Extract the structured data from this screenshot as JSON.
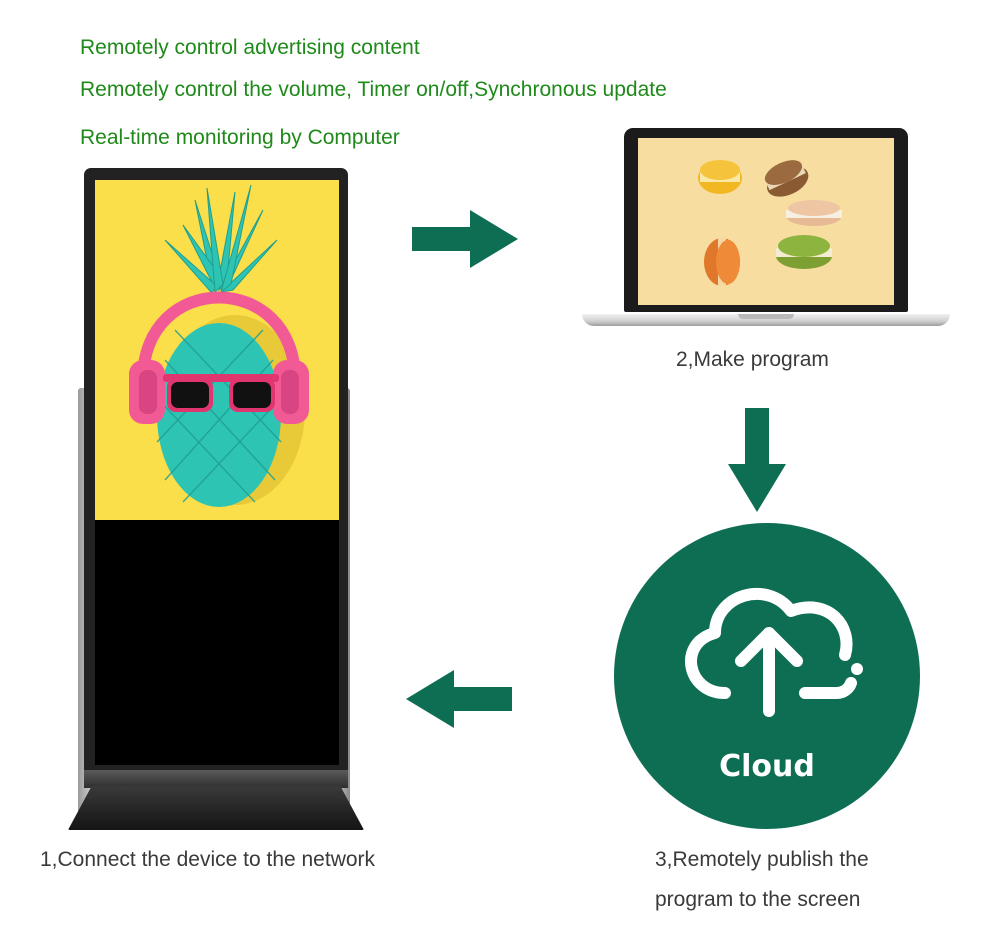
{
  "colors": {
    "brand_green": "#0d6e54",
    "feature_text": "#1f8a1a",
    "caption_text": "#3a3a3a"
  },
  "features": [
    "Remotely control advertising content",
    "Remotely control the volume, Timer on/off,Synchronous update",
    "Real-time monitoring by Computer"
  ],
  "steps": {
    "device_caption": "1,Connect the device to the network",
    "laptop_caption": "2,Make program",
    "cloud_caption_line1": "3,Remotely publish the",
    "cloud_caption_line2": "program to the screen"
  },
  "cloud": {
    "label": "Cloud",
    "icon": "cloud-upload-icon"
  },
  "arrows": {
    "icon": "arrow-icon",
    "directions": [
      "right",
      "down",
      "left"
    ]
  }
}
